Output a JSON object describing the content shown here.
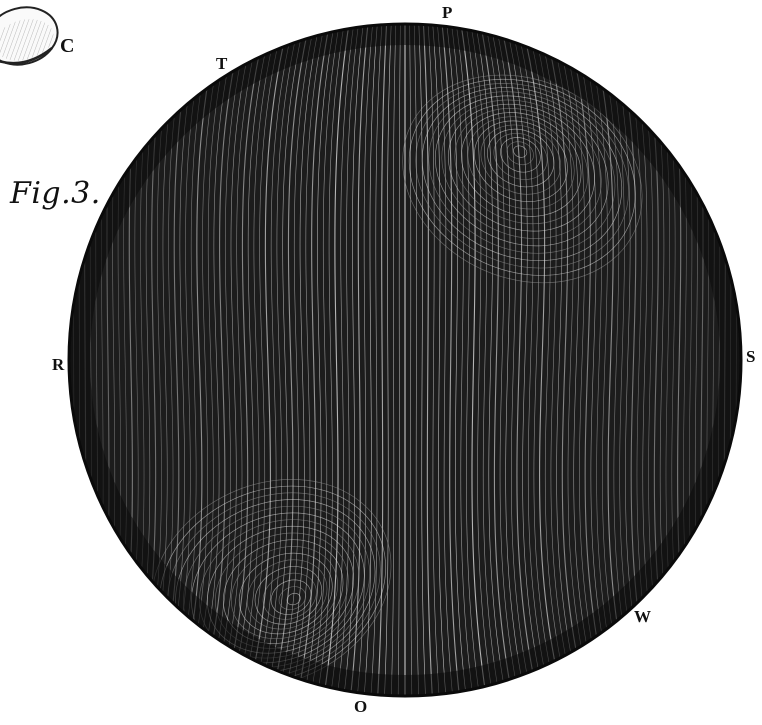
{
  "figure": {
    "caption": "Fig.3.",
    "labels": {
      "c": "C",
      "p": "P",
      "t": "T",
      "r": "R",
      "s": "S",
      "w": "W",
      "o": "O"
    }
  },
  "colors": {
    "ink": "#111111",
    "paper": "#ffffff"
  },
  "icons": {
    "small_body": "small-oval-body-icon",
    "globe": "striated-globe-icon"
  }
}
